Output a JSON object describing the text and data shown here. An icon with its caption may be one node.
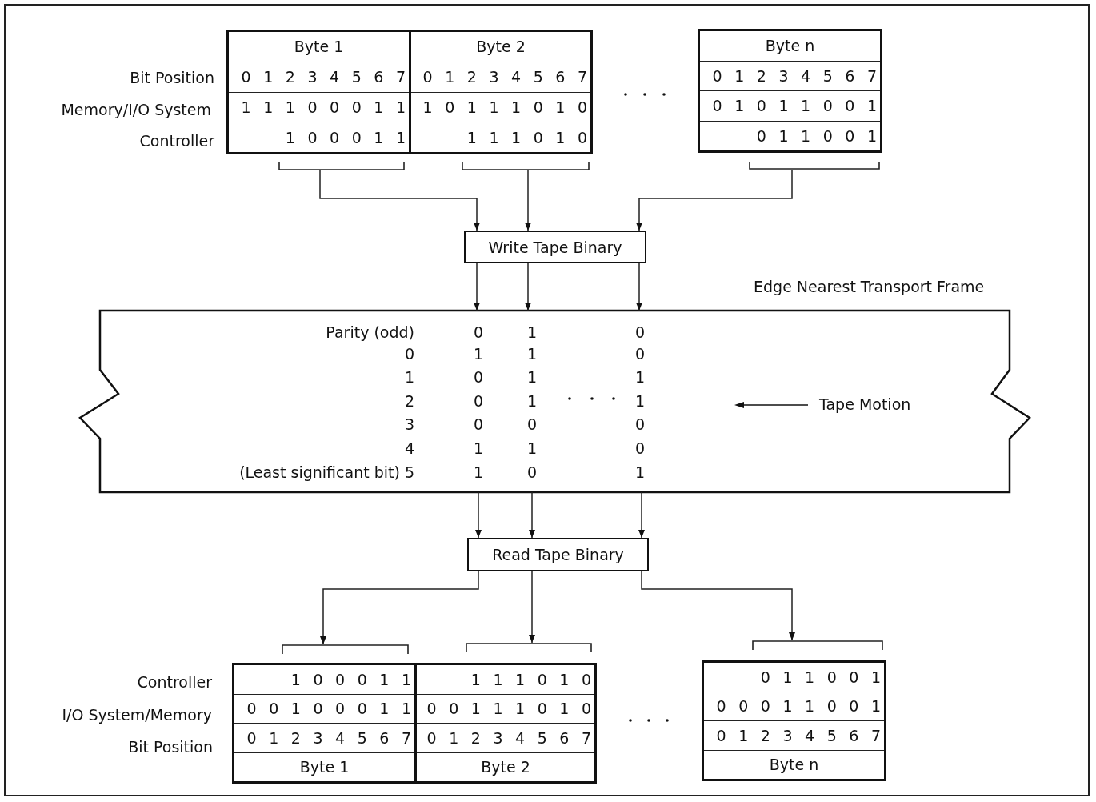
{
  "diagram": {
    "nodes": [
      {
        "text": [
          "Byte 1",
          "0 1 2 3 4 5 6 7",
          "1 1 1 0 0 0 1 1",
          "1 0 0 0 1 1"
        ]
      },
      {
        "text": [
          "Byte 2",
          "0 1 2 3 4 5 6 7",
          "1 0 1 1 1 0 1 0",
          "1 1 1 0 1 0"
        ]
      },
      {
        "text": [
          "Byte n",
          "0 1 2 3 4 5 6 7",
          "0 1 0 1 1 0 0 1",
          "0 1 1 0 0 1"
        ]
      },
      {
        "text": [],
        "shape": "bracket"
      },
      {
        "text": [],
        "shape": "bracket"
      },
      {
        "text": [],
        "shape": "bracket"
      },
      {
        "text": [
          "Write Tape Binary"
        ]
      },
      {
        "text": [
          "Parity (odd)",
          "0",
          "1",
          "0",
          "0",
          "1",
          "1",
          "0",
          "1",
          "0",
          "1",
          "1",
          "2",
          "0",
          "1",
          "1",
          "3",
          "0",
          "0",
          "0",
          "4",
          "1",
          "1",
          "0",
          "(Least significant bit) 5",
          "1",
          "0",
          "1",
          "Tape Motion"
        ]
      },
      {
        "text": [
          "Read Tape Binary"
        ]
      },
      {
        "text": [],
        "shape": "bracket"
      },
      {
        "text": [],
        "shape": "bracket"
      },
      {
        "text": [],
        "shape": "bracket"
      },
      {
        "text": [
          "1 0 0 0 1 1",
          "0 0 1 0 0 0 1 1",
          "0 1 2 3 4 5 6 7",
          "Byte 1"
        ]
      },
      {
        "text": [
          "1 1 1 0 1 0",
          "0 0 1 1 1 0 1 0",
          "0 1 2 3 4 5 6 7",
          "Byte 2"
        ]
      },
      {
        "text": [
          "0 1 1 0 0 1",
          "0 0 0 1 1 0 0 1",
          "0 1 2 3 4 5 6 7",
          "Byte n"
        ]
      }
    ],
    "edges": [
      {
        "from": 3,
        "to": 6,
        "arrow": "to"
      },
      {
        "from": 4,
        "to": 6,
        "arrow": "to"
      },
      {
        "from": 5,
        "to": 6,
        "arrow": "to"
      },
      {
        "from": 6,
        "to": 7,
        "arrow": "to"
      },
      {
        "from": 6,
        "to": 7,
        "arrow": "to"
      },
      {
        "from": 6,
        "to": 7,
        "arrow": "to"
      },
      {
        "from": 7,
        "to": 8,
        "arrow": "to"
      },
      {
        "from": 7,
        "to": 8,
        "arrow": "to"
      },
      {
        "from": 7,
        "to": 8,
        "arrow": "to"
      },
      {
        "from": 8,
        "to": 9,
        "arrow": "to"
      },
      {
        "from": 8,
        "to": 10,
        "arrow": "to"
      },
      {
        "from": 8,
        "to": 11,
        "arrow": "to"
      }
    ],
    "labels": [
      "Bit Position",
      "Memory/I/O System",
      "Controller",
      "Edge Nearest Transport Frame",
      "Controller",
      "I/O System/Memory",
      "Bit Position"
    ]
  }
}
